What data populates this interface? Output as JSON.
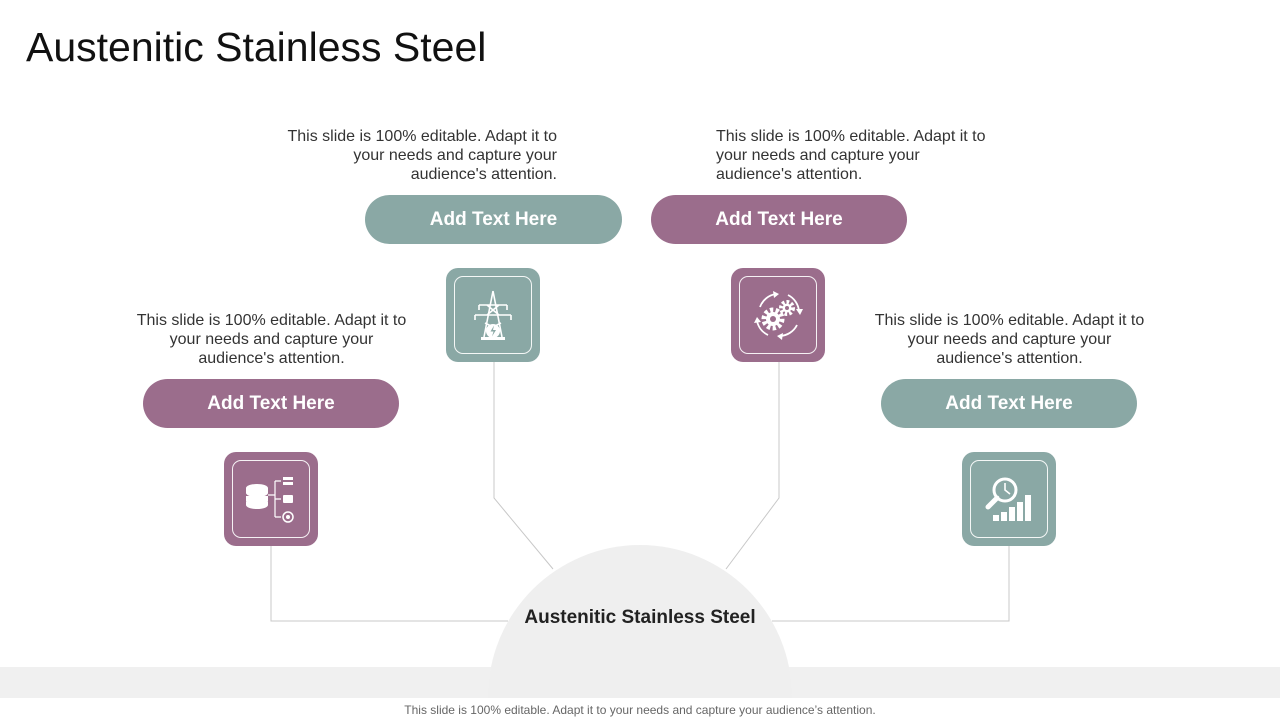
{
  "title": "Austenitic Stainless Steel",
  "colors": {
    "purple": "#9b6d8c",
    "teal": "#8aa8a5",
    "line": "#c8c8c8",
    "center_fill": "#efefef"
  },
  "center": {
    "label": "Austenitic Stainless Steel"
  },
  "items": [
    {
      "description": "This slide is 100% editable. Adapt it to your needs and capture your audience's attention.",
      "label": "Add Text Here",
      "icon": "database-network-icon",
      "color": "purple"
    },
    {
      "description": "This slide is 100% editable. Adapt it to your needs and capture your audience's attention.",
      "label": "Add Text Here",
      "icon": "power-tower-icon",
      "color": "teal"
    },
    {
      "description": "This slide is 100% editable. Adapt it to your needs and capture your audience's attention.",
      "label": "Add Text Here",
      "icon": "gears-cycle-icon",
      "color": "purple"
    },
    {
      "description": "This slide is 100% editable. Adapt it to your needs and capture your audience's attention.",
      "label": "Add Text Here",
      "icon": "analytics-magnifier-icon",
      "color": "teal"
    }
  ],
  "footer": "This slide is 100% editable. Adapt it to your needs and capture your audience’s attention."
}
